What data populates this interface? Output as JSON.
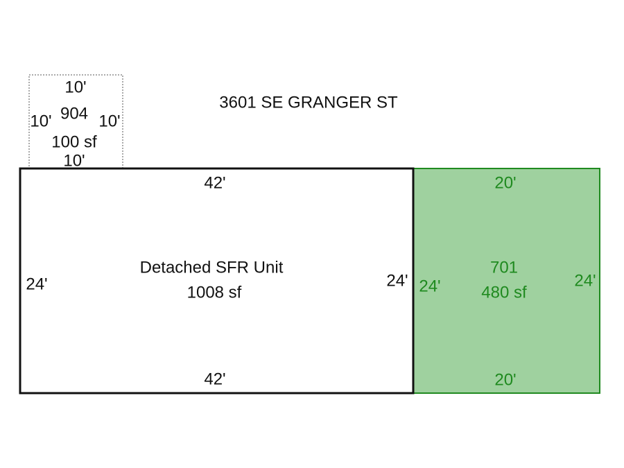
{
  "title": "3601 SE GRANGER ST",
  "areas": {
    "main": {
      "label": "Detached SFR Unit",
      "area": "1008 sf",
      "top": "42'",
      "bottom": "42'",
      "left": "24'",
      "right": "24'"
    },
    "garage": {
      "code": "701",
      "area": "480 sf",
      "top": "20'",
      "bottom": "20'",
      "left": "24'",
      "right": "24'",
      "color": "#9fd19f",
      "stroke": "#1f8a1f"
    },
    "small": {
      "code": "904",
      "area": "100 sf",
      "top": "10'",
      "bottom": "10'",
      "left": "10'",
      "right": "10'"
    }
  }
}
